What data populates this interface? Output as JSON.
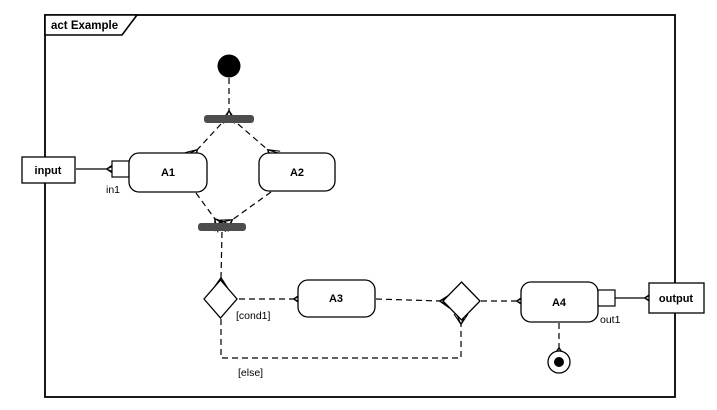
{
  "frame": {
    "title": "act Example"
  },
  "objects": {
    "input": {
      "label": "input"
    },
    "output": {
      "label": "output"
    }
  },
  "activities": {
    "a1": {
      "label": "A1"
    },
    "a2": {
      "label": "A2"
    },
    "a3": {
      "label": "A3"
    },
    "a4": {
      "label": "A4"
    }
  },
  "pins": {
    "in1": {
      "label": "in1"
    },
    "out1": {
      "label": "out1"
    }
  },
  "guards": {
    "cond1": "[cond1]",
    "else": "[else]"
  },
  "colors": {
    "line": "#000000",
    "bar_fill": "#4d4d4d",
    "node_fill": "#ffffff",
    "background": "#ffffff"
  }
}
